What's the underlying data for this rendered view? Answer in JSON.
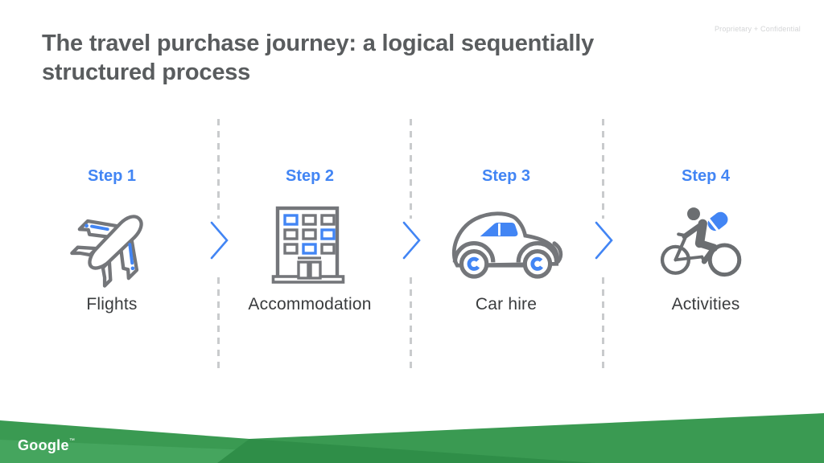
{
  "slide": {
    "watermark": "Proprietary + Confidential",
    "title_line1": "The travel purchase journey: a logical sequentially",
    "title_line2": "structured process",
    "brand": "Google",
    "brand_mark": "™"
  },
  "steps": [
    {
      "label": "Step 1",
      "name": "Flights",
      "icon": "airplane-icon"
    },
    {
      "label": "Step 2",
      "name": "Accommodation",
      "icon": "building-icon"
    },
    {
      "label": "Step 3",
      "name": "Car hire",
      "icon": "car-icon"
    },
    {
      "label": "Step 4",
      "name": "Activities",
      "icon": "cyclist-icon"
    }
  ],
  "colors": {
    "accent_blue": "#4285F4",
    "icon_gray": "#74767A",
    "title_gray": "#595C5E",
    "label_dark": "#3A3C3E",
    "divider_gray": "#C9CBCD",
    "watermark_gray": "#D3D4D6",
    "footer_green": "#3A9A52",
    "footer_green_light": "#45A55E",
    "footer_green_dark": "#2F8E48"
  }
}
